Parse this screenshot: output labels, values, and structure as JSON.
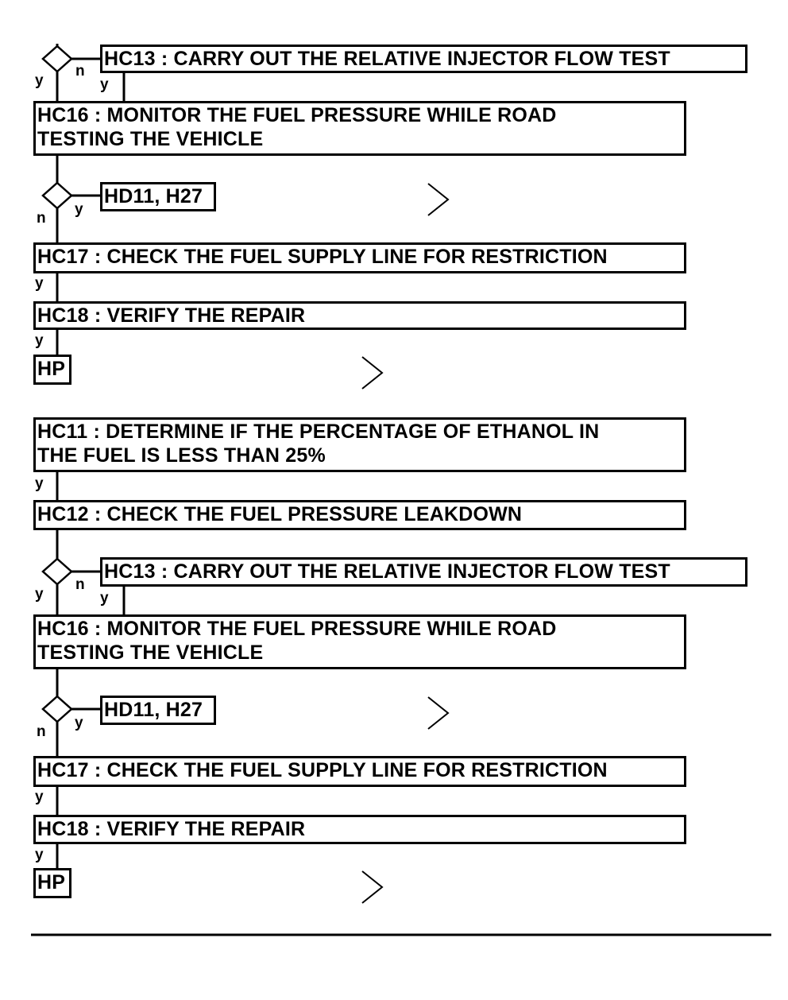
{
  "sections": [
    {
      "hc13": "HC13 : CARRY OUT THE RELATIVE INJECTOR FLOW TEST",
      "hc16": [
        "HC16 : MONITOR THE FUEL PRESSURE WHILE ROAD",
        "TESTING THE VEHICLE"
      ],
      "hd11": "HD11, H27",
      "hc17": "HC17 : CHECK THE FUEL SUPPLY LINE FOR RESTRICTION",
      "hc18": "HC18 : VERIFY THE REPAIR",
      "hp": "HP"
    },
    {
      "hc11": [
        "HC11 : DETERMINE IF THE PERCENTAGE OF ETHANOL IN",
        "THE FUEL IS LESS THAN 25%"
      ],
      "hc12": "HC12 : CHECK THE FUEL PRESSURE LEAKDOWN",
      "hc13": "HC13 : CARRY OUT THE RELATIVE INJECTOR FLOW TEST",
      "hc16": [
        "HC16 : MONITOR THE FUEL PRESSURE WHILE ROAD",
        "TESTING THE VEHICLE"
      ],
      "hd11": "HD11, H27",
      "hc17": "HC17 : CHECK THE FUEL SUPPLY LINE FOR RESTRICTION",
      "hc18": "HC18 : VERIFY THE REPAIR",
      "hp": "HP"
    }
  ],
  "labels": {
    "yes": "y",
    "no": "n"
  },
  "colors": {
    "line": "#000000",
    "background": "#ffffff"
  },
  "icons": [
    "decision-diamond-icon",
    "chevron-right-icon"
  ]
}
